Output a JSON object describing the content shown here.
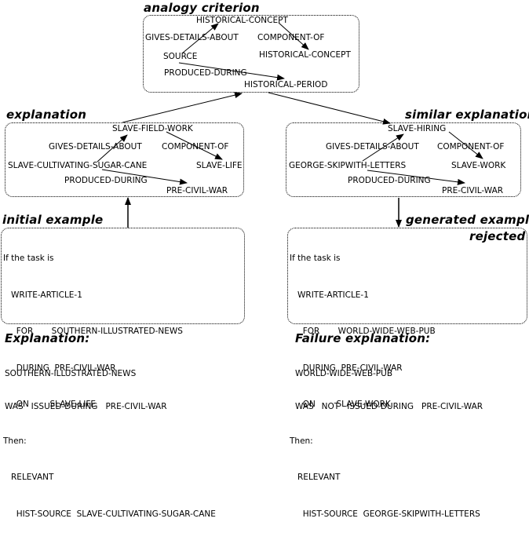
{
  "analogy": {
    "title": "analogy criterion",
    "nodes": {
      "top": "HISTORICAL-CONCEPT",
      "rel1": "GIVES-DETAILS-ABOUT",
      "rel2": "COMPONENT-OF",
      "source": "SOURCE",
      "right": "HISTORICAL-CONCEPT",
      "rel3": "PRODUCED-DURING",
      "bottom": "HISTORICAL-PERIOD"
    }
  },
  "explanation": {
    "title": "explanation",
    "nodes": {
      "top": "SLAVE-FIELD-WORK",
      "rel1": "GIVES-DETAILS-ABOUT",
      "rel2": "COMPONENT-OF",
      "source": "SLAVE-CULTIVATING-SUGAR-CANE",
      "right": "SLAVE-LIFE",
      "rel3": "PRODUCED-DURING",
      "bottom": "PRE-CIVIL-WAR"
    }
  },
  "similar": {
    "title": "similar explanation",
    "nodes": {
      "top": "SLAVE-HIRING",
      "rel1": "GIVES-DETAILS-ABOUT",
      "rel2": "COMPONENT-OF",
      "source": "GEORGE-SKIPWITH-LETTERS",
      "right": "SLAVE-WORK",
      "rel3": "PRODUCED-DURING",
      "bottom": "PRE-CIVIL-WAR"
    }
  },
  "initial": {
    "title": "initial example",
    "lines": [
      "If the task is",
      "   WRITE-ARTICLE-1",
      "     FOR       SOUTHERN-ILLUSTRATED-NEWS",
      "     DURING  PRE-CIVIL-WAR",
      "     ON        SLAVE-LIFE",
      "Then:",
      "   RELEVANT",
      "     HIST-SOURCE  SLAVE-CULTIVATING-SUGAR-CANE"
    ]
  },
  "generated": {
    "title": "generated example",
    "status": "rejected",
    "lines": [
      "If the task is",
      "   WRITE-ARTICLE-1",
      "     FOR       WORLD-WIDE-WEB-PUB",
      "     DURING  PRE-CIVIL-WAR",
      "     ON        SLAVE-WORK",
      "Then:",
      "   RELEVANT",
      "     HIST-SOURCE  GEORGE-SKIPWITH-LETTERS"
    ]
  },
  "initial_explanation": {
    "title": "Explanation:",
    "lines": [
      "SOUTHERN-ILLUSTRATED-NEWS",
      "WAS   ISSUED-DURING   PRE-CIVIL-WAR"
    ]
  },
  "failure_explanation": {
    "title": "Failure explanation:",
    "lines": [
      "WORLD-WIDE-WEB-PUB",
      "WAS   NOT   ISSUED-DURING   PRE-CIVIL-WAR"
    ]
  }
}
